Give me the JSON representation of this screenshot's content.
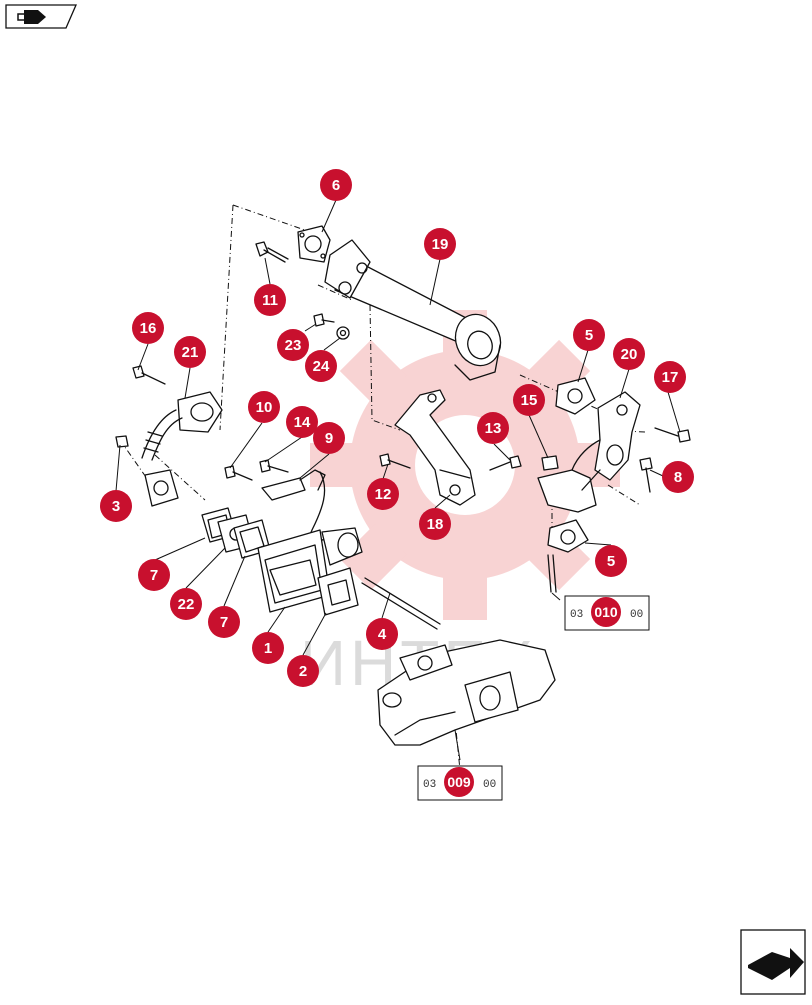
{
  "colors": {
    "callout": "#c8102e",
    "line": "#111111",
    "watermark": "#e03a3a"
  },
  "icons": {
    "top_left": "book-page-icon",
    "bottom_right": "next-page-arrow-icon"
  },
  "watermark_text": "ИНТЕХ",
  "callouts": [
    "6",
    "19",
    "11",
    "23",
    "24",
    "16",
    "21",
    "5",
    "20",
    "17",
    "15",
    "10",
    "14",
    "9",
    "13",
    "3",
    "12",
    "18",
    "8",
    "7",
    "22",
    "7",
    "1",
    "2",
    "4",
    "5"
  ],
  "references": [
    {
      "prefix": "03",
      "code": "010",
      "suffix": "00"
    },
    {
      "prefix": "03",
      "code": "009",
      "suffix": "00"
    }
  ]
}
